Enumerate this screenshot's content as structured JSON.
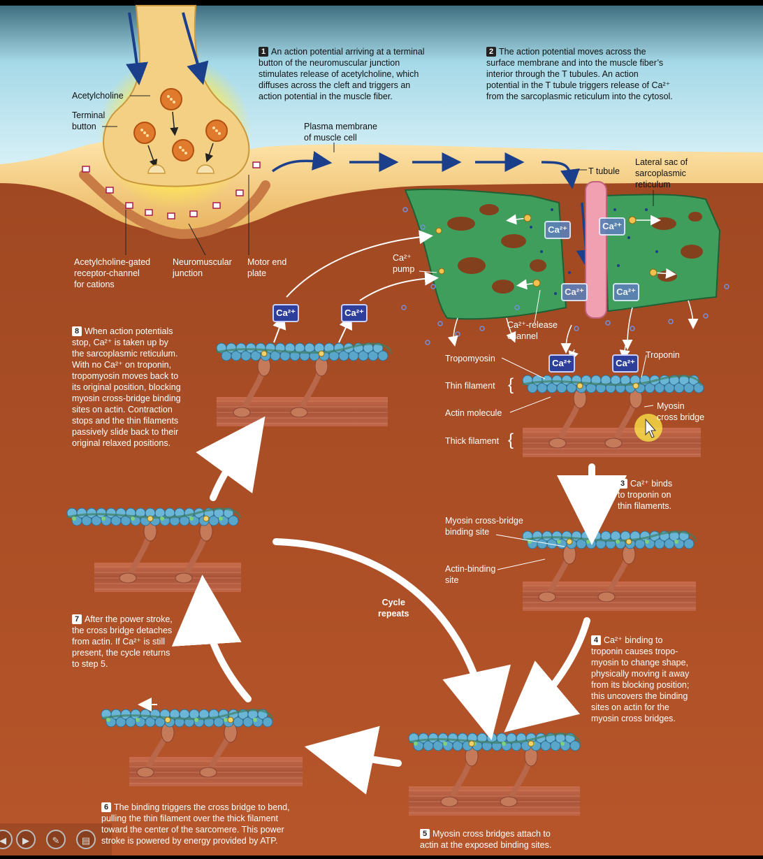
{
  "colors": {
    "sky": "#b8e2ee",
    "membrane": "#f2c97a",
    "cytosol": "#8a3a1c",
    "sarcoplasmic_reticulum": "#3fa060",
    "thick_filament": "#b45a3e",
    "actin": "#6bb6d6",
    "calcium_badge": "#2d3f9a",
    "arrow_blue": "#1b3f8a"
  },
  "steps": [
    {
      "num": "1",
      "text": "An action potential arriving at a terminal\nbutton of the neuromuscular junction\nstimulates release of acetylcholine, which\ndiffuses across the cleft and triggers an\naction potential in the muscle fiber."
    },
    {
      "num": "2",
      "text": "The action potential moves across the\nsurface membrane and into the muscle fiber’s\ninterior through the T tubules. An action\npotential in the T tubule triggers release of Ca²⁺\nfrom the sarcoplasmic reticulum into the cytosol."
    },
    {
      "num": "3",
      "text": "Ca²⁺ binds\nto troponin on\nthin filaments."
    },
    {
      "num": "4",
      "text": "Ca²⁺ binding to\ntroponin causes tropo-\nmyosin to change shape,\nphysically moving it away\nfrom its blocking position;\nthis uncovers the binding\nsites on actin for the\nmyosin cross bridges."
    },
    {
      "num": "5",
      "text": "Myosin cross bridges attach to\nactin at the exposed binding sites."
    },
    {
      "num": "6",
      "text": "The binding triggers the cross bridge to bend,\npulling the thin filament over the thick filament\ntoward the center of the sarcomere. This power\nstroke is powered by energy provided by ATP."
    },
    {
      "num": "7",
      "text": "After the power stroke,\nthe cross bridge detaches\nfrom actin. If Ca²⁺ is still\npresent, the cycle returns\nto step 5."
    },
    {
      "num": "8",
      "text": "When action potentials\nstop, Ca²⁺ is taken up by\nthe sarcoplasmic reticulum.\nWith no Ca²⁺ on troponin,\ntropomyosin moves back to\nits original position, blocking\nmyosin cross-bridge binding\nsites on actin. Contraction\nstops and the thin filaments\npassively slide back to their\noriginal relaxed positions."
    }
  ],
  "labels": {
    "acetylcholine": "Acetylcholine",
    "terminal_button": "Terminal\nbutton",
    "plasma_membrane": "Plasma membrane\nof muscle cell",
    "t_tubule": "T tubule",
    "lateral_sac": "Lateral sac of\nsarcoplasmic\nreticulum",
    "receptor_channel": "Acetylcholine-gated\nreceptor-channel\nfor cations",
    "nmj": "Neuromuscular\njunction",
    "motor_end_plate": "Motor end\nplate",
    "ca_pump": "Ca²⁺\npump",
    "ca_release_channel": "Ca²⁺-release\nchannel",
    "tropomyosin": "Tropomyosin",
    "troponin": "Troponin",
    "thin_filament": "Thin filament",
    "actin_molecule": "Actin molecule",
    "myosin_cross_bridge": "Myosin\ncross bridge",
    "thick_filament": "Thick filament",
    "myosin_binding_site": "Myosin cross-bridge\nbinding site",
    "actin_binding_site": "Actin-binding\nsite",
    "cycle_repeats": "Cycle\nrepeats",
    "ca_badge": "Ca²⁺"
  },
  "player_controls": [
    "previous",
    "play",
    "pen",
    "slides"
  ]
}
